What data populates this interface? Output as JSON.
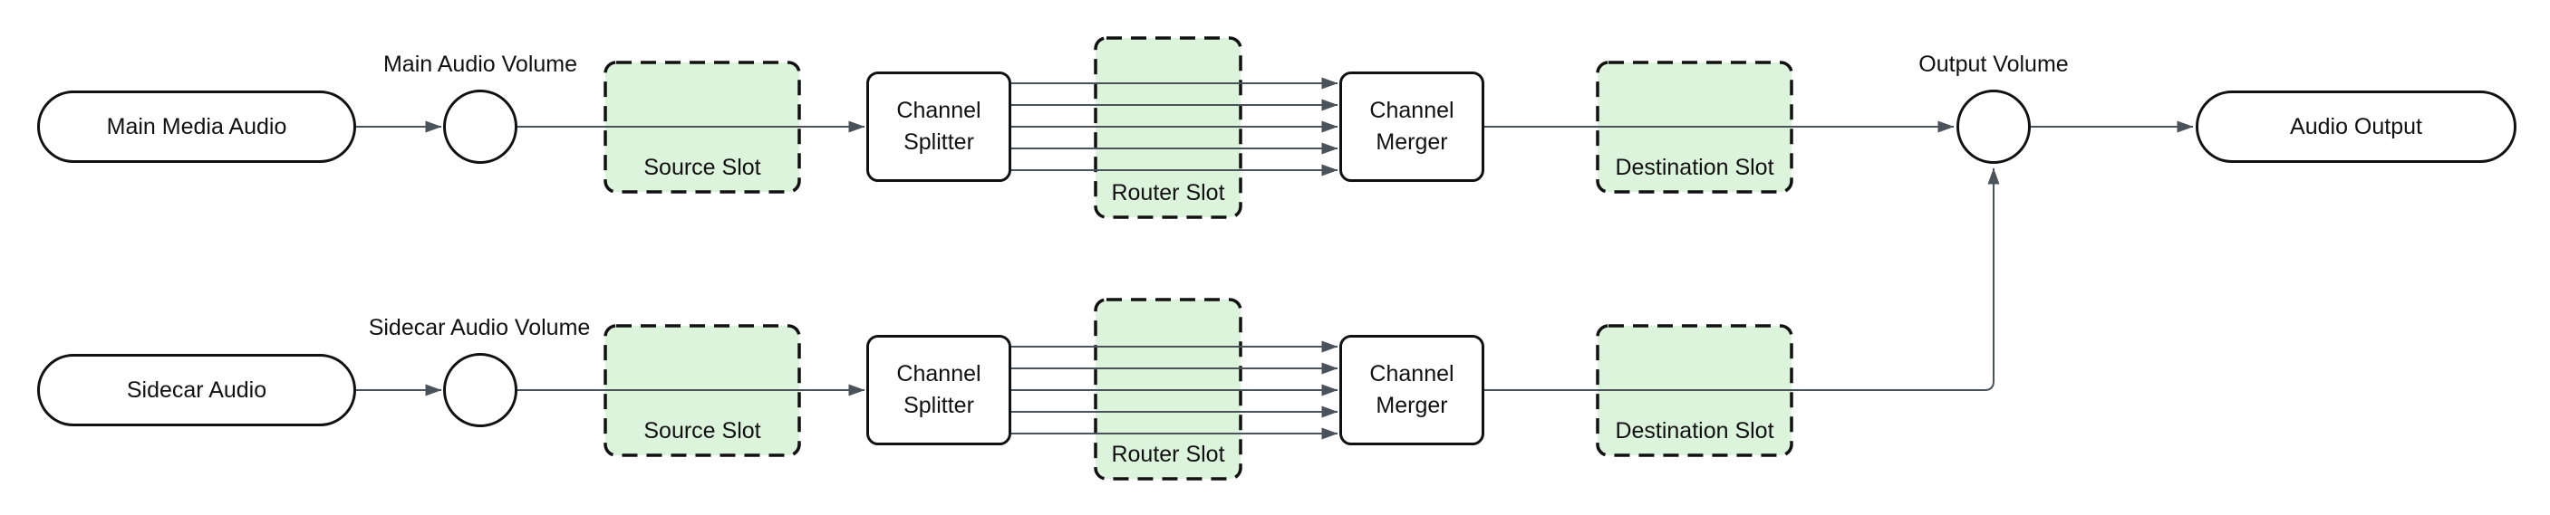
{
  "diagram": {
    "background": "#ffffff",
    "colors": {
      "slot_fill": "#dcf3dc",
      "slot_border": "#111111",
      "node_fill": "#ffffff",
      "node_border": "#111111",
      "edge": "#4a525a",
      "text": "#111111"
    },
    "channel_lines_per_row": 5,
    "rows": [
      {
        "name": "main",
        "source": "Main Media Audio",
        "volume": "Main Audio Volume",
        "source_slot": "Source Slot",
        "splitter": "Channel Splitter",
        "router_slot": "Router Slot",
        "merger": "Channel Merger",
        "destination_slot": "Destination Slot"
      },
      {
        "name": "sidecar",
        "source": "Sidecar Audio",
        "volume": "Sidecar Audio Volume",
        "source_slot": "Source Slot",
        "splitter": "Channel Splitter",
        "router_slot": "Router Slot",
        "merger": "Channel Merger",
        "destination_slot": "Destination Slot"
      }
    ],
    "output": {
      "volume": "Output Volume",
      "sink": "Audio Output"
    },
    "connections": [
      {
        "from": "Main Media Audio",
        "to": "Main Audio Volume",
        "lines": 1
      },
      {
        "from": "Main Audio Volume",
        "to": "Channel Splitter",
        "via": "Source Slot",
        "lines": 1
      },
      {
        "from": "Channel Splitter",
        "to": "Channel Merger",
        "via": "Router Slot",
        "lines": 5
      },
      {
        "from": "Channel Merger",
        "to": "Output Volume",
        "via": "Destination Slot",
        "lines": 1
      },
      {
        "from": "Sidecar Audio",
        "to": "Sidecar Audio Volume",
        "lines": 1
      },
      {
        "from": "Sidecar Audio Volume",
        "to": "Channel Splitter",
        "via": "Source Slot",
        "lines": 1
      },
      {
        "from": "Channel Splitter",
        "to": "Channel Merger",
        "via": "Router Slot",
        "lines": 5
      },
      {
        "from": "Channel Merger",
        "to": "Output Volume",
        "via": "Destination Slot",
        "lines": 1
      },
      {
        "from": "Output Volume",
        "to": "Audio Output",
        "lines": 1
      }
    ]
  }
}
